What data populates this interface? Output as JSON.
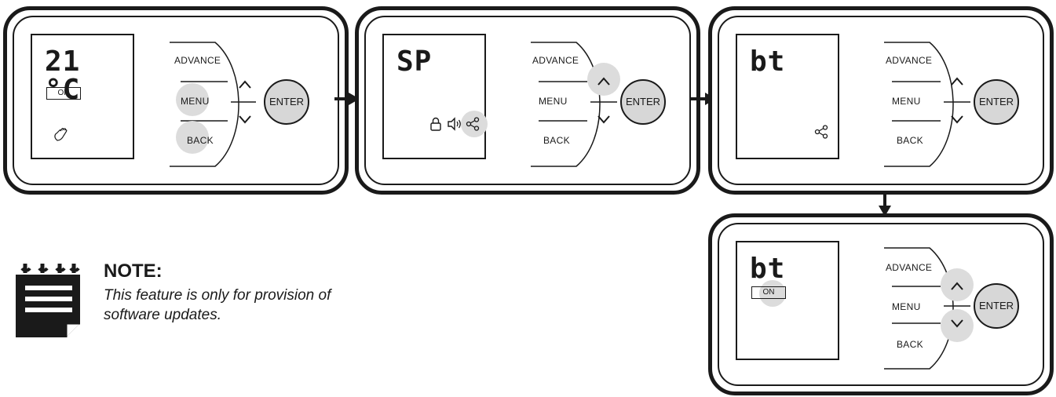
{
  "panels": [
    {
      "readout": "21 °C",
      "status": "ON",
      "icons": [
        "hand-icon"
      ],
      "buttons": {
        "advance": "ADVANCE",
        "menu": "MENU",
        "back": "BACK",
        "enter": "ENTER"
      },
      "highlighted": [
        "menu",
        "back"
      ]
    },
    {
      "readout": "SP",
      "icons": [
        "lock-icon",
        "speaker-icon",
        "share-icon"
      ],
      "buttons": {
        "advance": "ADVANCE",
        "menu": "MENU",
        "back": "BACK",
        "enter": "ENTER"
      },
      "highlighted": [
        "up",
        "share-icon"
      ]
    },
    {
      "readout": "bt",
      "icons": [
        "share-icon"
      ],
      "buttons": {
        "advance": "ADVANCE",
        "menu": "MENU",
        "back": "BACK",
        "enter": "ENTER"
      },
      "highlighted": []
    },
    {
      "readout": "bt",
      "status": "ON",
      "buttons": {
        "advance": "ADVANCE",
        "menu": "MENU",
        "back": "BACK",
        "enter": "ENTER"
      },
      "highlighted": [
        "up",
        "down",
        "status"
      ]
    }
  ],
  "note": {
    "title": "NOTE:",
    "text": "This feature is only for provision of software updates.",
    "icon": "notepad-icon"
  }
}
